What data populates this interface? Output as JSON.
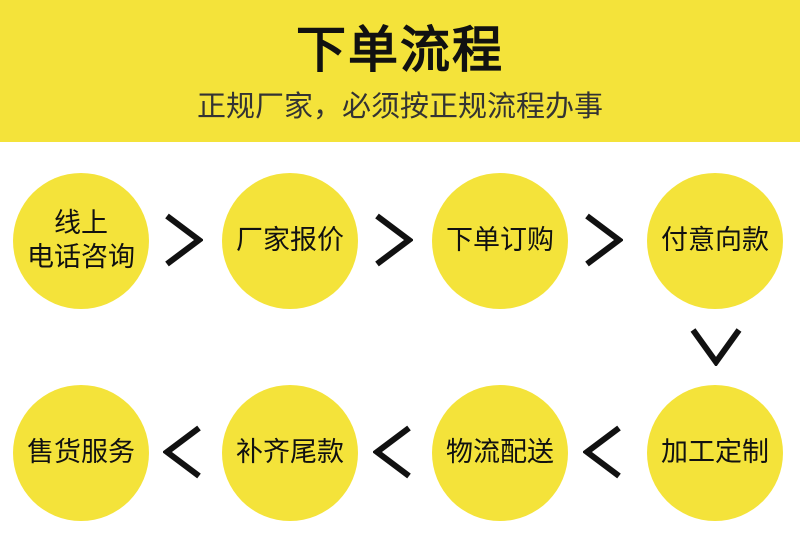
{
  "header": {
    "title": "下单流程",
    "subtitle": "正规厂家，必须按正规流程办事"
  },
  "colors": {
    "accent": "#f4e33a",
    "text": "#111111"
  },
  "steps": [
    {
      "label": "线上\n电话咨询"
    },
    {
      "label": "厂家报价"
    },
    {
      "label": "下单订购"
    },
    {
      "label": "付意向款"
    },
    {
      "label": "加工定制"
    },
    {
      "label": "物流配送"
    },
    {
      "label": "补齐尾款"
    },
    {
      "label": "售货服务"
    }
  ]
}
